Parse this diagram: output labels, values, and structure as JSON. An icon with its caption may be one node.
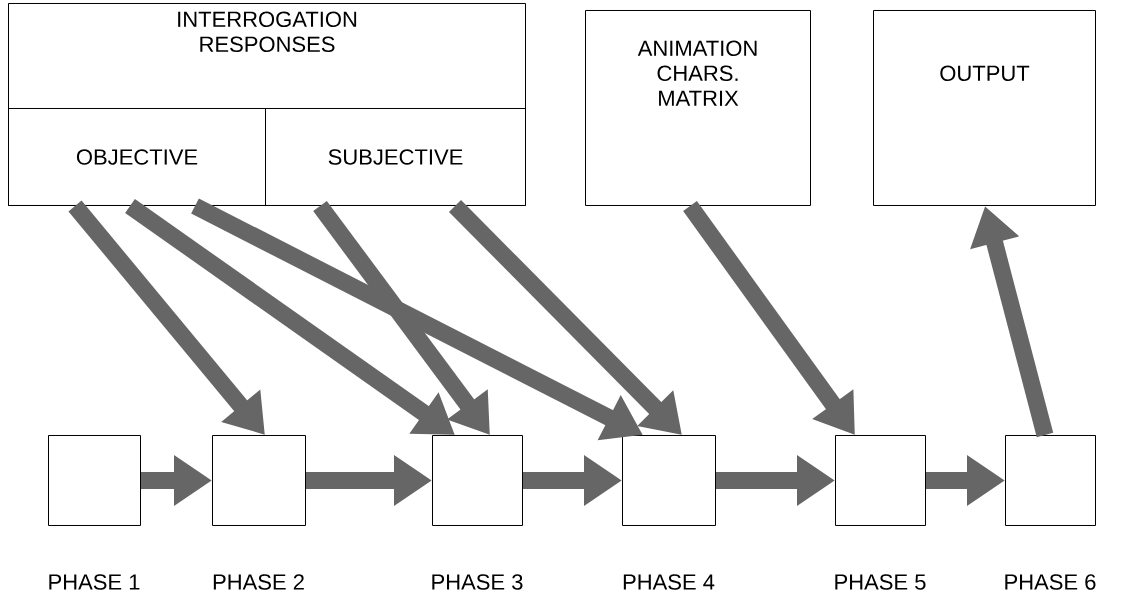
{
  "diagram": {
    "nodes": [
      {
        "text": [
          "INTERROGATION RESPONSES"
        ]
      },
      {
        "text": [
          "OBJECTIVE"
        ],
        "in": 0
      },
      {
        "text": [
          "SUBJECTIVE"
        ],
        "in": 0
      },
      {
        "text": [
          "ANIMATION CHARS. MATRIX"
        ]
      },
      {
        "text": [
          "OUTPUT"
        ]
      },
      {
        "text": [],
        "shape": "box",
        "beside": [
          "PHASE 1"
        ]
      },
      {
        "text": [],
        "shape": "box",
        "beside": [
          "PHASE 2"
        ]
      },
      {
        "text": [],
        "shape": "box",
        "beside": [
          "PHASE 3"
        ]
      },
      {
        "text": [],
        "shape": "box",
        "beside": [
          "PHASE 4"
        ]
      },
      {
        "text": [],
        "shape": "box",
        "beside": [
          "PHASE 5"
        ]
      },
      {
        "text": [],
        "shape": "box",
        "beside": [
          "PHASE 6"
        ]
      }
    ],
    "edges": [
      {
        "from": 1,
        "to": 6,
        "arrow": "to"
      },
      {
        "from": 1,
        "to": 7,
        "arrow": "to"
      },
      {
        "from": 1,
        "to": 8,
        "arrow": "to"
      },
      {
        "from": 2,
        "to": 7,
        "arrow": "to"
      },
      {
        "from": 2,
        "to": 8,
        "arrow": "to"
      },
      {
        "from": 3,
        "to": 9,
        "arrow": "to"
      },
      {
        "from": 10,
        "to": 4,
        "arrow": "to"
      },
      {
        "from": 5,
        "to": 6,
        "arrow": "to"
      },
      {
        "from": 6,
        "to": 7,
        "arrow": "to"
      },
      {
        "from": 7,
        "to": 8,
        "arrow": "to"
      },
      {
        "from": 8,
        "to": 9,
        "arrow": "to"
      },
      {
        "from": 9,
        "to": 10,
        "arrow": "to"
      }
    ]
  }
}
